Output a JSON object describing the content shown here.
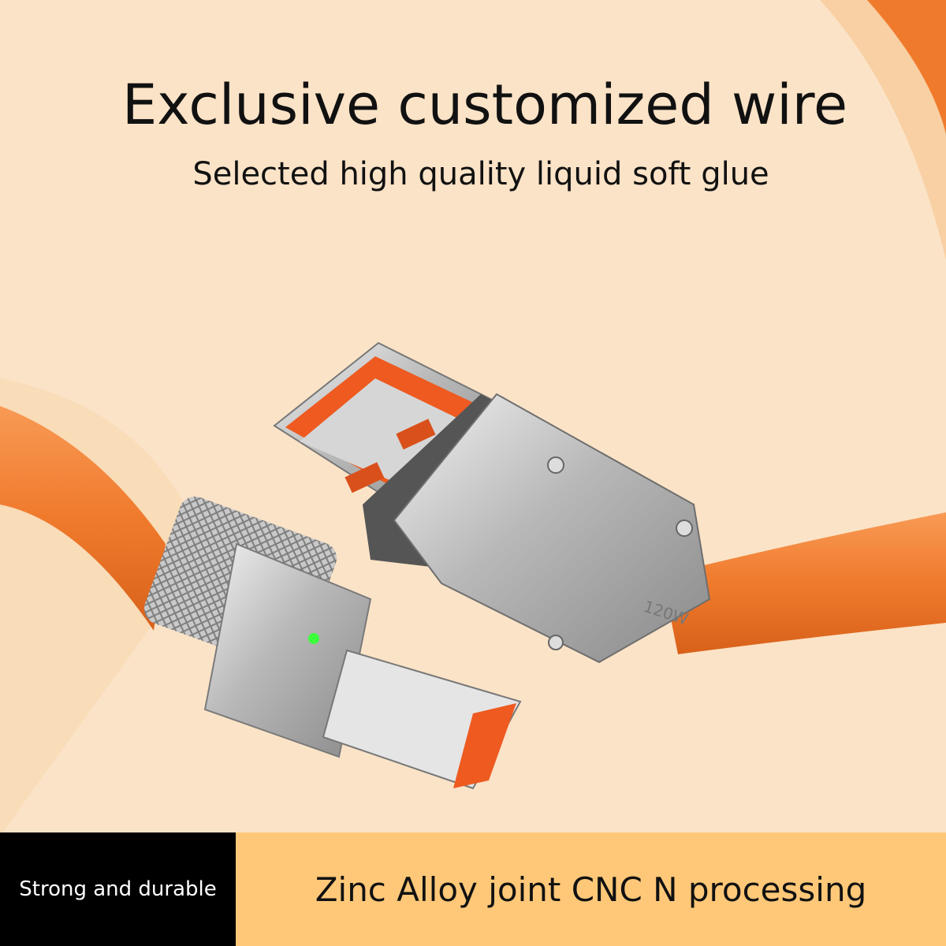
{
  "header": {
    "title": "Exclusive customized wire",
    "subtitle": "Selected high quality liquid soft glue"
  },
  "product": {
    "marking": "120W"
  },
  "footer": {
    "left_label": "Strong and durable",
    "right_label": "Zinc Alloy joint CNC N processing"
  },
  "colors": {
    "background": "#FBE3C7",
    "cable": "#F07A2C",
    "footer_left": "#000000",
    "footer_right": "#FFC878"
  }
}
